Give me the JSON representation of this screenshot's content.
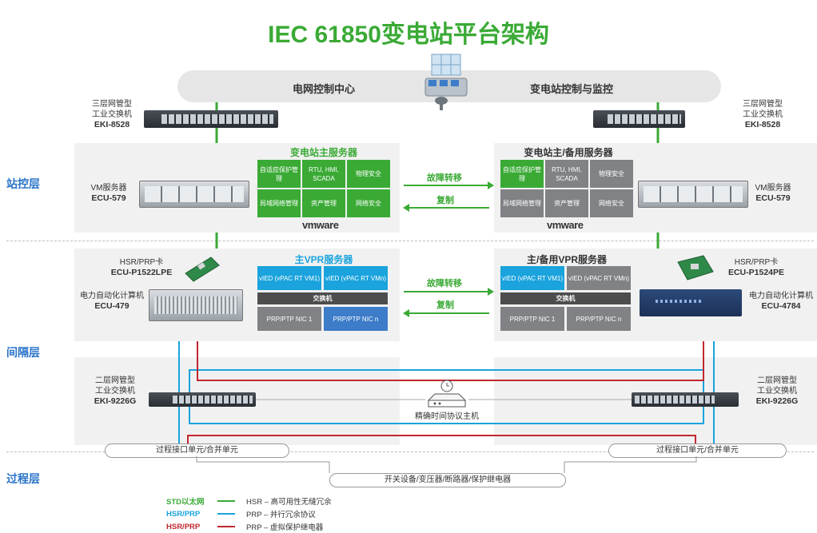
{
  "title": "IEC 61850变电站平台架构",
  "cloud": {
    "left": "电网控制中心",
    "right": "变电站控制与监控"
  },
  "layers": {
    "station": "站控层",
    "bay": "间隔层",
    "process": "过程层"
  },
  "top_switch": {
    "line1": "三层网管型",
    "line2": "工业交换机",
    "model": "EKI-8528"
  },
  "left_server": {
    "title": "变电站主服务器",
    "cells": [
      "自适应保护管理",
      "RTU, HMI, SCADA",
      "物理安全",
      "局域网络管理",
      "资产管理",
      "网络安全"
    ],
    "vm_label": "VM服务器",
    "vm_model": "ECU-579"
  },
  "right_server": {
    "title": "变电站主/备用服务器",
    "cells": [
      "自适应保护管理",
      "RTU, HMI, SCADA",
      "物理安全",
      "局域网络管理",
      "资产管理",
      "网络安全"
    ],
    "vm_label": "VM服务器",
    "vm_model": "ECU-579"
  },
  "vmware": "vmware",
  "arrows": {
    "failover": "故障转移",
    "replicate": "复制"
  },
  "left_vpr": {
    "title": "主VPR服务器",
    "vied1": "vIED (vPAC RT VM1)",
    "viedn": "vIED (vPAC RT VMn)",
    "switch": "交换机",
    "nic1": "PRP/PTP NIC 1",
    "nicn": "PRP/PTP NIC n",
    "card_label": "HSR/PRP卡",
    "card_model": "ECU-P1522LPE",
    "pc_label": "电力自动化计算机",
    "pc_model": "ECU-479"
  },
  "right_vpr": {
    "title": "主/备用VPR服务器",
    "vied1": "vIED (vPAC RT VM1)",
    "viedn": "vIED (vPAC RT VMn)",
    "switch": "交换机",
    "nic1": "PRP/PTP NIC 1",
    "nicn": "PRP/PTP NIC n",
    "card_label": "HSR/PRP卡",
    "card_model": "ECU-P1524PE",
    "pc_label": "电力自动化计算机",
    "pc_model": "ECU-4784"
  },
  "l2_switch": {
    "line1": "二层网管型",
    "line2": "工业交换机",
    "model": "EKI-9226G"
  },
  "time_server": "精确时间协议主机",
  "merging_unit": "过程接口单元/合并单元",
  "field_devices": "开关设备/变压器/断路器/保护继电器",
  "legend": [
    {
      "left": "STD以太网",
      "right": "HSR – 高可用性无缝冗余",
      "color": "#3aaa35"
    },
    {
      "left": "HSR/PRP",
      "right": "PRP – 并行冗余协议",
      "color": "#1aa3dd"
    },
    {
      "left": "HSR/PRP",
      "right": "PRP – 虚拟保护继电器",
      "color": "#c1272d"
    }
  ],
  "colors": {
    "green": "#3aaa35",
    "blue": "#1aa3dd",
    "red": "#c1272d",
    "gray": "#808285"
  }
}
